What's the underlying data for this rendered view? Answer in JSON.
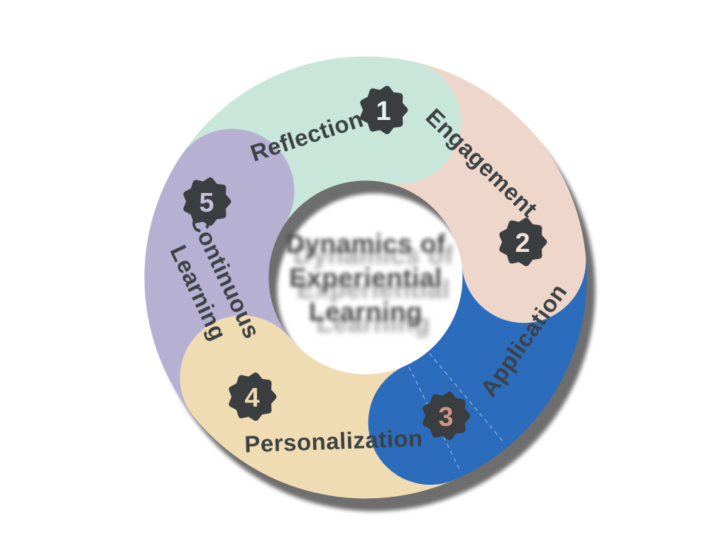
{
  "diagram": {
    "title": "Dynamics of Experiential Learning",
    "title_lines": [
      "Dynamics of",
      "Experiential",
      "Learning"
    ],
    "title_color": "#4a4a4a",
    "background_color": "#ffffff",
    "label_color": "#3d4245",
    "badge": {
      "color": "#3a3e40"
    },
    "shadow_color": "#4a4a4a",
    "segments": [
      {
        "order": "1",
        "label": "Reflection",
        "color": "#c9e6db",
        "number_color": "#eaf4ef"
      },
      {
        "order": "2",
        "label": "Engagement",
        "color": "#eed7ca",
        "number_color": "#f4e3da"
      },
      {
        "order": "3",
        "label": "Application",
        "color": "#2b6cbd",
        "number_color": "#d09685"
      },
      {
        "order": "4",
        "label": "Personalization",
        "color": "#f0dcb2",
        "number_color": "#eedaaf"
      },
      {
        "order": "5",
        "label": "Continuous Learning",
        "label_line1": "Continuous",
        "label_line2": "Learning",
        "color": "#b6b0d3",
        "number_color": "#c6c1de"
      }
    ]
  }
}
